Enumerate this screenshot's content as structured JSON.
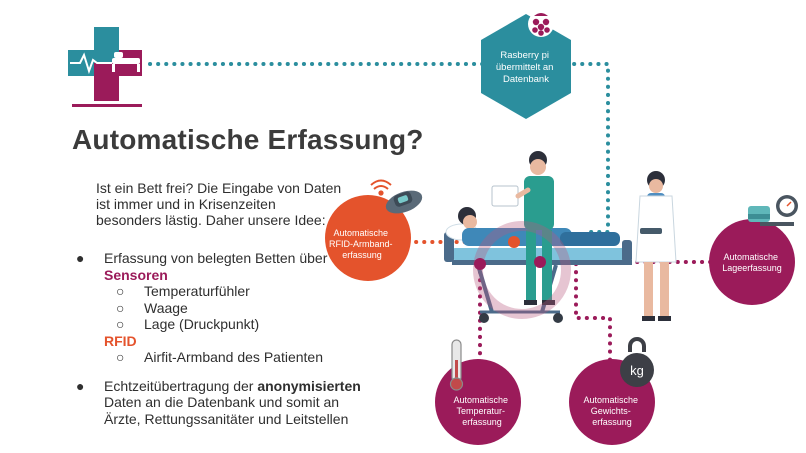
{
  "title": "Automatische Erfassung?",
  "intro_lines": [
    "Ist ein Bett frei? Die Eingabe von Daten",
    "ist immer und in Krisenzeiten",
    "besonders lästig. Daher unsere Idee:"
  ],
  "list": {
    "bullet_symbol": "●",
    "sub_symbol": "○",
    "item1_line1": "Erfassung von belegten Betten über",
    "sensoren_heading": "Sensoren",
    "sensoren_items": [
      "Temperaturfühler",
      "Waage",
      "Lage (Druckpunkt)"
    ],
    "rfid_heading": "RFID",
    "rfid_items": [
      "Airfit-Armband des Patienten"
    ],
    "item2_line1_prefix": "Echtzeitübertragung der ",
    "item2_line1_bold": "anonymisierten",
    "item2_line2": "Daten an die Datenbank und somit an",
    "item2_line3": "Ärzte, Rettungssanitäter und Leitstellen"
  },
  "nodes": {
    "raspberry": [
      "Rasberry pi",
      "übermittelt an",
      "Datenbank"
    ],
    "rfid": [
      "Automatische",
      "RFID-Armband-",
      "erfassung"
    ],
    "lage": [
      "Automatische",
      "Lageerfassung"
    ],
    "temperatur": [
      "Automatische",
      "Temperatur-",
      "erfassung"
    ],
    "gewicht": [
      "Automatische",
      "Gewichts-",
      "erfassung"
    ],
    "kg_label": "kg"
  },
  "colors": {
    "teal": "#2b8e9e",
    "magenta": "#9b1b5a",
    "orange": "#e4532c",
    "title_text": "#3b3b3b"
  }
}
